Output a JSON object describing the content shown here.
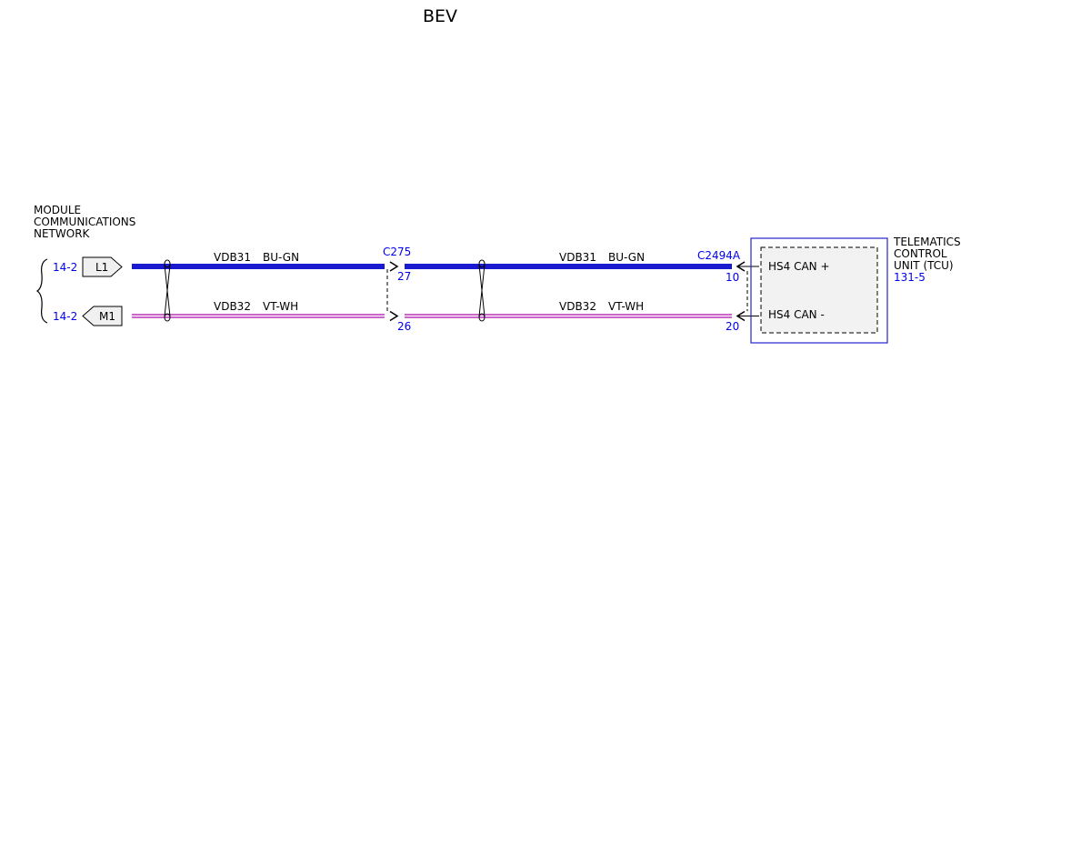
{
  "title": "BEV",
  "left_group": {
    "label_lines": [
      "MODULE",
      "COMMUNICATIONS",
      "NETWORK"
    ],
    "ref_top": "14-2",
    "ref_bottom": "14-2",
    "flag_top": "L1",
    "flag_bottom": "M1"
  },
  "wires": {
    "top": {
      "circuit": "VDB31",
      "color_code": "BU-GN",
      "color_hex": "#1a1ad0"
    },
    "bottom": {
      "circuit": "VDB32",
      "color_code": "VT-WH",
      "color_hex": "#cc66cc"
    }
  },
  "connector_c275": {
    "name": "C275",
    "pin_top": "27",
    "pin_bottom": "26"
  },
  "connector_c2494a": {
    "name": "C2494A",
    "pin_top": "10",
    "pin_bottom": "20"
  },
  "module": {
    "label_lines": [
      "TELEMATICS",
      "CONTROL",
      "UNIT (TCU)"
    ],
    "ref": "131-5",
    "pin_top_label": "HS4 CAN +",
    "pin_bottom_label": "HS4 CAN -",
    "border_color": "#2222cc",
    "fill_color": "#f2f2f2"
  }
}
